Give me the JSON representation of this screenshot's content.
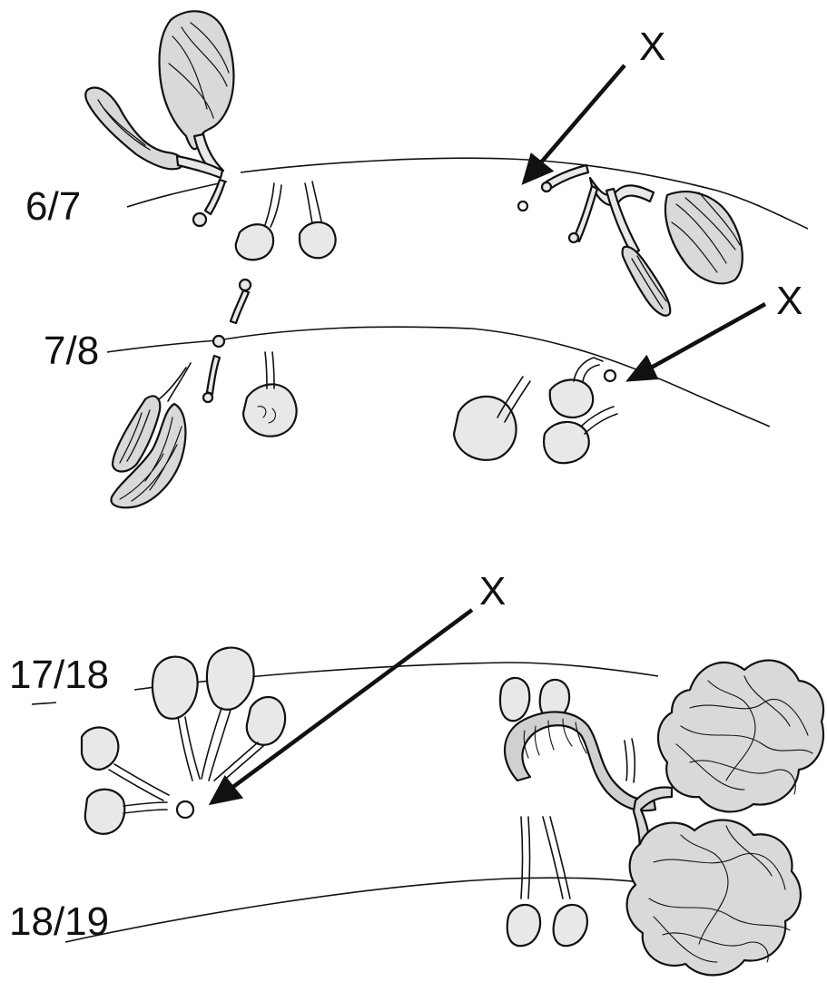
{
  "figure": {
    "segment_labels": [
      "6/7",
      "7/8",
      "17/18",
      "18/19"
    ],
    "marker_label": "X",
    "colors": {
      "background": "#ffffff",
      "ink": "#111111",
      "organ_fill": "#d9d9d9",
      "light_fill": "#e8e8e8"
    }
  }
}
